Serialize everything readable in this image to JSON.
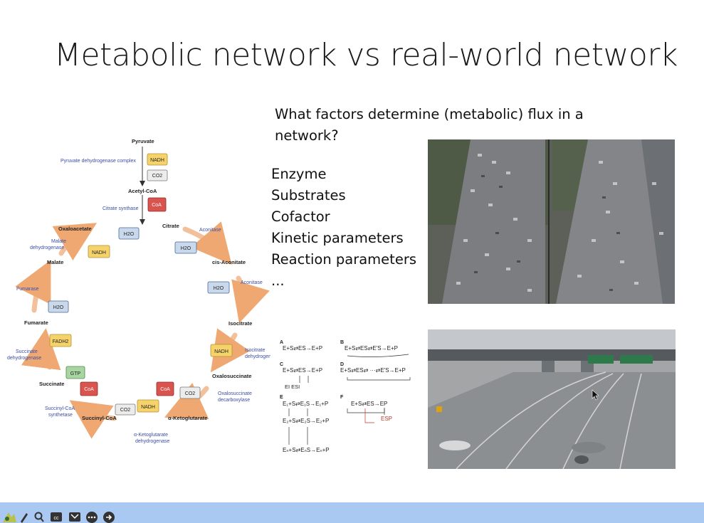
{
  "slide": {
    "title": "Metabolic network vs real-world network",
    "question": "What factors determine (metabolic) flux in a network?",
    "factors": [
      "Enzyme",
      "Substrates",
      "Cofactor",
      "Kinetic parameters",
      "Reaction parameters",
      "..."
    ]
  },
  "cycle": {
    "metabolites": {
      "pyruvate": "Pyruvate",
      "acetyl_coa": "Acetyl-CoA",
      "citrate": "Citrate",
      "cis_aconitate": "cis-Aconitate",
      "isocitrate": "Isocitrate",
      "oxalosuccinate": "Oxalosuccinate",
      "alpha_kg": "α-Ketoglutarate",
      "succinyl_coa": "Succinyl-CoA",
      "succinate": "Succinate",
      "fumarate": "Fumarate",
      "malate": "Malate",
      "oxaloacetate": "Oxaloacetate"
    },
    "enzymes": {
      "pdh": "Pyruvate dehydrogenase complex",
      "citrate_synthase": "Citrate synthase",
      "aconitase1": "Aconitase",
      "aconitase2": "Aconitase",
      "idh1": "Isocitrate",
      "idh2": "dehydrogenase",
      "oxd1": "Oxalosuccinate",
      "oxd2": "decarboxylase",
      "akgdh1": "α-Ketoglutarate",
      "akgdh2": "dehydrogenase",
      "scs1": "Succinyl-CoA",
      "scs2": "synthetase",
      "sdh1": "Succinate",
      "sdh2": "dehydrogenase",
      "fumarase": "Fumarase",
      "mdh1": "Malate",
      "mdh2": "dehydrogenase"
    },
    "cofactors": {
      "nadh": "NADH",
      "co2": "CO2",
      "coa": "CoA",
      "h2o": "H2O",
      "gtp": "GTP",
      "fadh2": "FADH2"
    }
  },
  "kinetics": {
    "labels": [
      "A",
      "B",
      "C",
      "D",
      "E",
      "F"
    ],
    "eq_a": "E+S⇄ES→E+P",
    "eq_b": "E+S⇄ES⇄E'S→E+P",
    "eq_c": "E+S⇄ES→E+P",
    "eq_c_sub": "EI    ESI",
    "eq_d": "E+S⇄ES⇄ ···⇄E'S→E+P",
    "eq_e1": "E₁+S⇄E₁S→E₁+P",
    "eq_e2": "E₂+S⇄E₂S→E₂+P",
    "eq_en": "Eₙ+S⇄EₙS→Eₙ+P",
    "eq_f": "E+S⇄ES→EP",
    "eq_f_esp": "ESP",
    "red": "#c0392b"
  },
  "colors": {
    "nadh": "#f5d36a",
    "coa": "#d9534f",
    "h2o": "#c9d8ea",
    "gtp": "#a8d5a2",
    "arrow": "#f2b98a",
    "enzyme_text": "#3b4ea5",
    "bar": "#a9c8f2"
  },
  "controls": [
    "logo-icon",
    "pen-icon",
    "search-icon",
    "cc-icon",
    "toolbar-icon",
    "more-icon",
    "next-icon"
  ]
}
